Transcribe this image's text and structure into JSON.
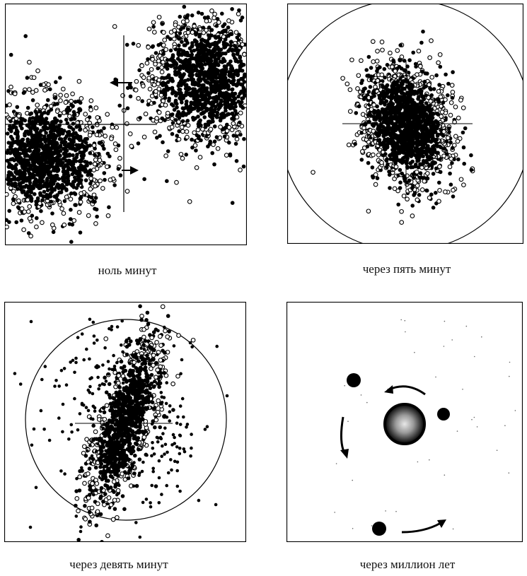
{
  "captions": {
    "p1": "ноль минут",
    "p2": "через пять минут",
    "p3": "через девять минут",
    "p4": "через миллион лет"
  },
  "colors": {
    "ink": "#000000",
    "paper": "#ffffff",
    "glow": "#c8c8c8"
  }
}
